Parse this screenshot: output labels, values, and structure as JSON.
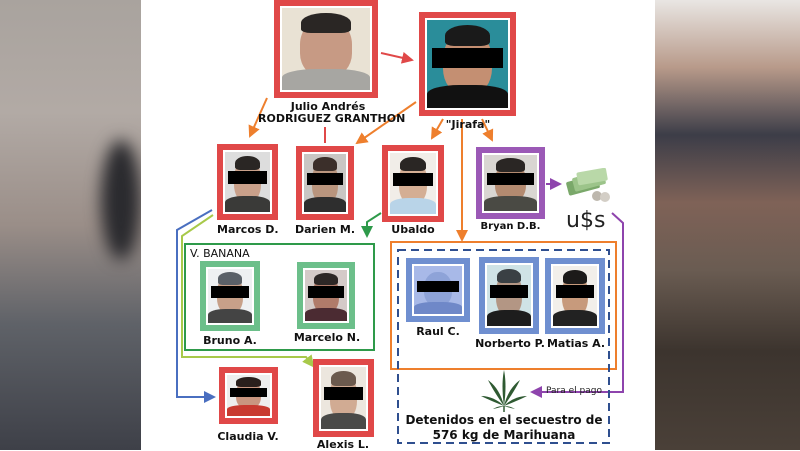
{
  "diagram": {
    "leaders": [
      {
        "id": "julio",
        "label_line1": "Julio Andrés",
        "label_line2": "RODRIGUEZ GRANTHON",
        "censored": false
      },
      {
        "id": "jirafa",
        "label": "\"Jirafa\"",
        "censored": true
      }
    ],
    "tier2": [
      {
        "id": "marcos",
        "label": "Marcos D."
      },
      {
        "id": "darien",
        "label": "Darien M."
      },
      {
        "id": "ubaldo",
        "label": "Ubaldo"
      },
      {
        "id": "bryan",
        "label": "Bryan D.B."
      }
    ],
    "groups": {
      "banana": {
        "title": "V. BANANA",
        "members": [
          {
            "label": "Bruno A."
          },
          {
            "label": "Marcelo N."
          }
        ]
      },
      "detained": {
        "members": [
          {
            "label": "Raul C."
          },
          {
            "label": "Norberto P."
          },
          {
            "label": "Matias A."
          }
        ],
        "caption_line1": "Detenidos en el secuestro de",
        "caption_line2": "576 kg de Marihuana"
      }
    },
    "others": [
      {
        "id": "claudia",
        "label": "Claudia V."
      },
      {
        "id": "alexis",
        "label": "Alexis L."
      }
    ],
    "money_label": "u$s",
    "payment_label": "Para el pago",
    "icons": {
      "money": "money-stack-icon",
      "plant": "cannabis-leaf-icon"
    },
    "colors": {
      "red": "#e04848",
      "orange": "#ee7f2d",
      "purple": "#8e44ad",
      "green": "#2e9a4a",
      "lime": "#a8c94a",
      "blue": "#4a6fc0",
      "navy": "#2f4f8f"
    }
  }
}
